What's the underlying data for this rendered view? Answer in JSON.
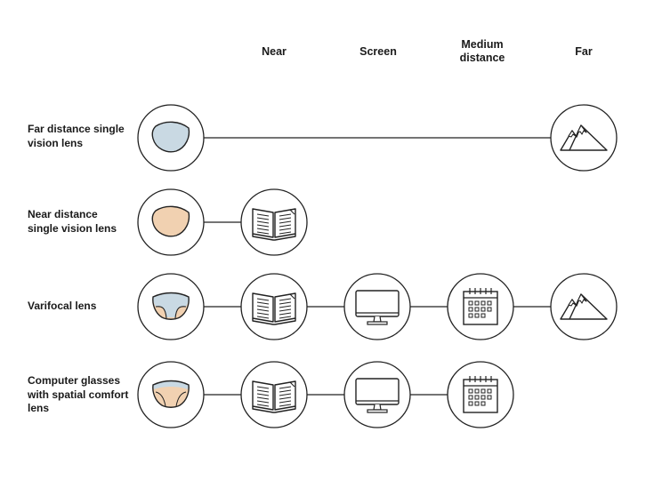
{
  "columns": [
    {
      "key": "near",
      "label": "Near"
    },
    {
      "key": "screen",
      "label": "Screen"
    },
    {
      "key": "medium",
      "label": "Medium distance"
    },
    {
      "key": "far",
      "label": "Far"
    }
  ],
  "rows": [
    {
      "label": "Far distance single vision lens",
      "lens_icon": "far-single-vision-lens-icon",
      "lens_color": "#c9d9e3",
      "distances": [
        "far"
      ]
    },
    {
      "label": "Near distance single vision lens",
      "lens_icon": "near-single-vision-lens-icon",
      "lens_color": "#f1d1b1",
      "distances": [
        "near"
      ]
    },
    {
      "label": "Varifocal lens",
      "lens_icon": "varifocal-lens-icon",
      "lens_color": "#c9d9e3",
      "distances": [
        "near",
        "screen",
        "medium",
        "far"
      ]
    },
    {
      "label": "Computer glasses with spatial comfort lens",
      "lens_icon": "spatial-comfort-lens-icon",
      "lens_color": "#f1d1b1",
      "distances": [
        "near",
        "screen",
        "medium"
      ]
    }
  ],
  "icons": {
    "near": "open-book-icon",
    "screen": "computer-monitor-icon",
    "medium": "calendar-icon",
    "far": "mountains-icon"
  }
}
